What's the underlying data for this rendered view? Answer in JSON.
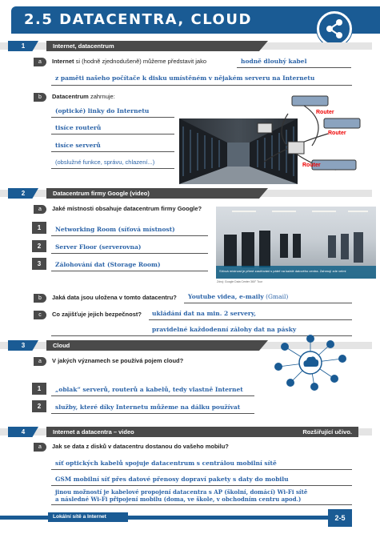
{
  "header": {
    "title": "2.5 DATACENTRA, CLOUD"
  },
  "sections": [
    {
      "num": "1",
      "title": "Internet, datacentrum"
    },
    {
      "num": "2",
      "title": "Datacentrum firmy Google (video)"
    },
    {
      "num": "3",
      "title": "Cloud"
    },
    {
      "num": "4",
      "title": "Internet a datacentra – video",
      "extra": "Rozšiřující učivo."
    }
  ],
  "s1": {
    "a": {
      "badge": "a",
      "q_bold": "Internet",
      "q_rest": " si (hodně zjednodušeně) můžeme představit jako",
      "ans1": "hodně dlouhý kabel",
      "ans2": "z paměti našeho počítače k disku umístěném v nějakém serveru na Internetu"
    },
    "b": {
      "badge": "b",
      "q_bold": "Datacentrum",
      "q_rest": " zahrnuje:",
      "answers": [
        "(optické) linky do Internetu",
        "tisíce routerů",
        "tisíce serverů",
        "(obslužné funkce, správu, chlazení...)"
      ]
    },
    "router_labels": [
      "Router",
      "Router",
      "Router"
    ]
  },
  "s2": {
    "a": {
      "badge": "a",
      "question": "Jaké místnosti obsahuje datacentrum firmy Google?",
      "items": [
        {
          "num": "1",
          "text": "Networking Room (síťová místnost)"
        },
        {
          "num": "2",
          "text": "Server Floor (serverovna)"
        },
        {
          "num": "3",
          "text": "Zálohování dat (Storage Room)"
        }
      ]
    },
    "video_caption": "Zdroj: Google Data Center 360° Tour",
    "video_subtitle": "Síťová místnost je přímé zasíťováni s páteř na každé datového centra. Zahrnují zde velmi",
    "b": {
      "badge": "b",
      "question": "Jaká data jsou uložena v tomto datacentru?",
      "ans_bold": "Youtube videa, e-maily",
      "ans_plain": " (Gmail)"
    },
    "c": {
      "badge": "c",
      "question": "Co zajišťuje jejich bezpečnost?",
      "ans1": "ukládání dat na min. 2 servery,",
      "ans2": "pravidelné každodenní zálohy dat na pásky"
    }
  },
  "s3": {
    "a": {
      "badge": "a",
      "q_rest": "V jakých významech se používá pojem ",
      "q_bold": "cloud",
      "q_end": "?"
    },
    "items": [
      {
        "num": "1",
        "text": "„oblak“ serverů, routerů a kabelů, tedy vlastně Internet"
      },
      {
        "num": "2",
        "text": "služby, které díky Internetu můžeme na dálku používat"
      }
    ]
  },
  "s4": {
    "a": {
      "badge": "a",
      "question": "Jak se data z disků v datacentru dostanou do vašeho mobilu?",
      "answers": [
        "síť optických kabelů spojuje datacentrum s centrálou mobilní sítě",
        "GSM mobilní síť přes datové přenosy dopraví pakety s daty do mobilu",
        "jinou možností je kabelové propojení datacentra s AP (školní, domácí) Wi-Fi sítě",
        "a následné Wi-Fi připojení mobilu (doma, ve škole, v obchodním centru apod.)"
      ]
    }
  },
  "footer": {
    "label": "Lokální sítě a Internet",
    "page": "2-5"
  },
  "colors": {
    "primary": "#1a5b94",
    "dark": "#4a4a4a",
    "answer": "#2c64a8"
  },
  "icons": {
    "share": "share-icon",
    "cloud": "cloud-icon"
  }
}
